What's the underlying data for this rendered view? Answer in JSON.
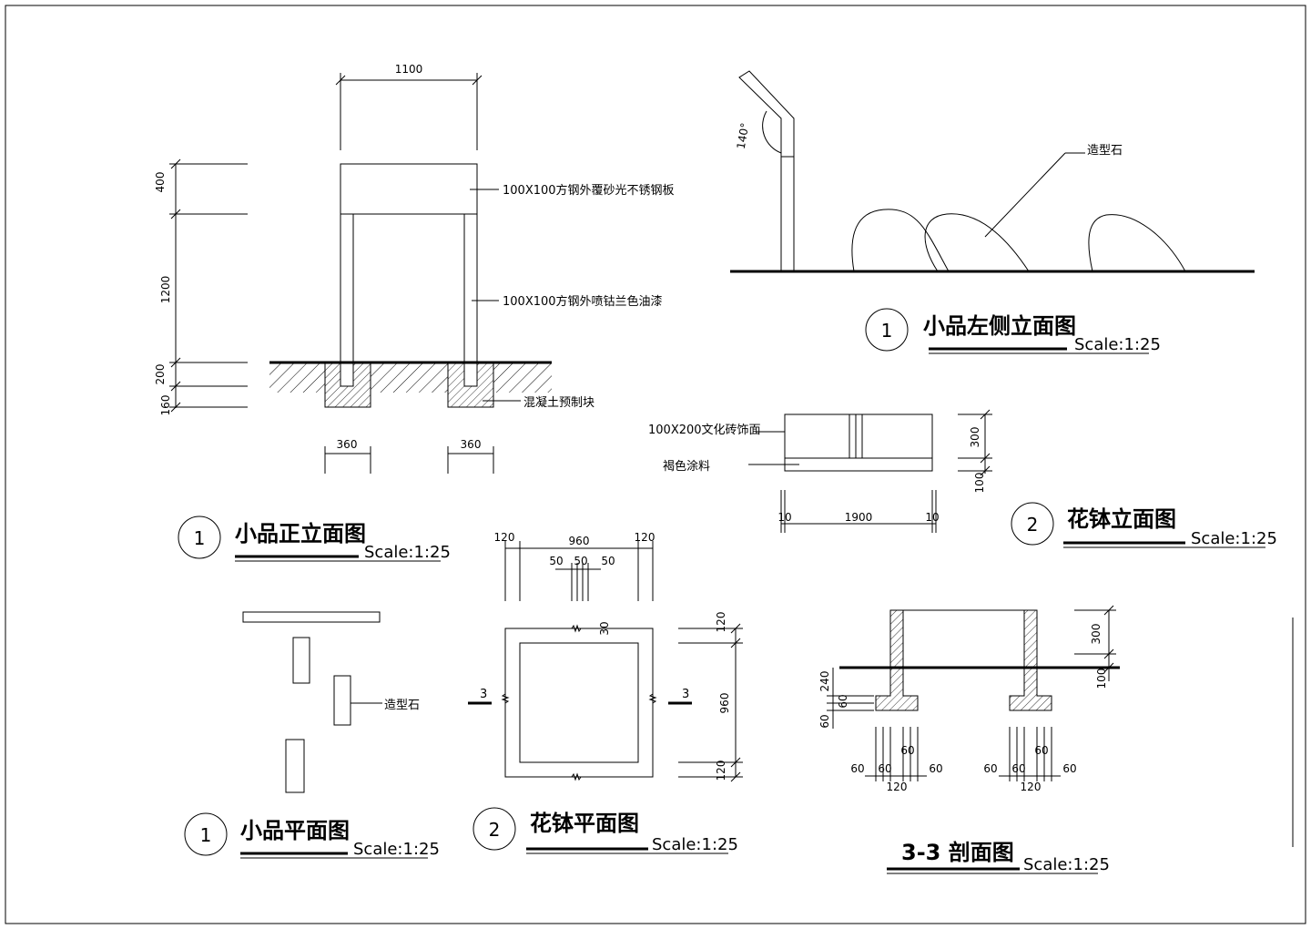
{
  "views": {
    "front": {
      "number": "1",
      "title": "小品正立面图",
      "scale": "Scale:1:25",
      "dims": {
        "width": "1100",
        "top_h": "400",
        "post_h": "1200",
        "base1": "200",
        "base2": "160",
        "footing_left": "360",
        "footing_right": "360"
      },
      "notes": {
        "top_plate": "100X100方钢外覆砂光不锈钢板",
        "posts": "100X100方钢外喷钴兰色油漆",
        "footing": "混凝土预制块"
      }
    },
    "left": {
      "number": "1",
      "title": "小品左侧立面图",
      "scale": "Scale:1:25",
      "angle": "140°",
      "stone_note": "造型石"
    },
    "planter_elev": {
      "number": "2",
      "title": "花钵立面图",
      "scale": "Scale:1:25",
      "notes": {
        "tile": "100X200文化砖饰面",
        "paint": "褐色涂料"
      },
      "dims": {
        "length": "1900",
        "left_gap": "10",
        "right_gap": "10",
        "h_top": "300",
        "h_base": "100"
      }
    },
    "plan": {
      "number": "1",
      "title": "小品平面图",
      "scale": "Scale:1:25",
      "stone_note": "造型石"
    },
    "planter_plan": {
      "number": "2",
      "title": "花钵平面图",
      "scale": "Scale:1:25",
      "dims": {
        "left": "120",
        "mid": "960",
        "right": "120",
        "g1": "50",
        "g2": "50",
        "g3": "50",
        "groove": "30",
        "v_top": "120",
        "v_mid": "960",
        "v_bot": "120"
      },
      "section_mark": "3"
    },
    "section": {
      "title": "3-3  剖面图",
      "scale": "Scale:1:25",
      "dims": {
        "h_top": "300",
        "h_base": "100",
        "d240": "240",
        "d60a": "60",
        "d60b": "60",
        "d60c": "60"
      },
      "bottom_left": [
        "60",
        "60",
        "60",
        "60"
      ],
      "bottom_right": [
        "60",
        "60",
        "60",
        "60"
      ],
      "bottom_total": "120"
    }
  }
}
